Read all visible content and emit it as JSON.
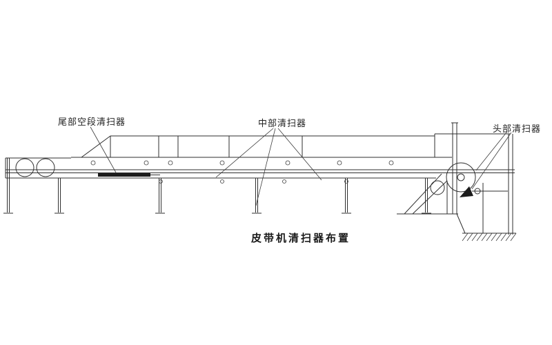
{
  "diagram": {
    "title": "皮带机清扫器布置",
    "labels": {
      "tail_cleaner": "尾部空段清扫器",
      "middle_cleaner": "中部清扫器",
      "head_cleaner": "头部清扫器"
    },
    "colors": {
      "ink": "#2e2e2e",
      "background": "#ffffff"
    }
  }
}
